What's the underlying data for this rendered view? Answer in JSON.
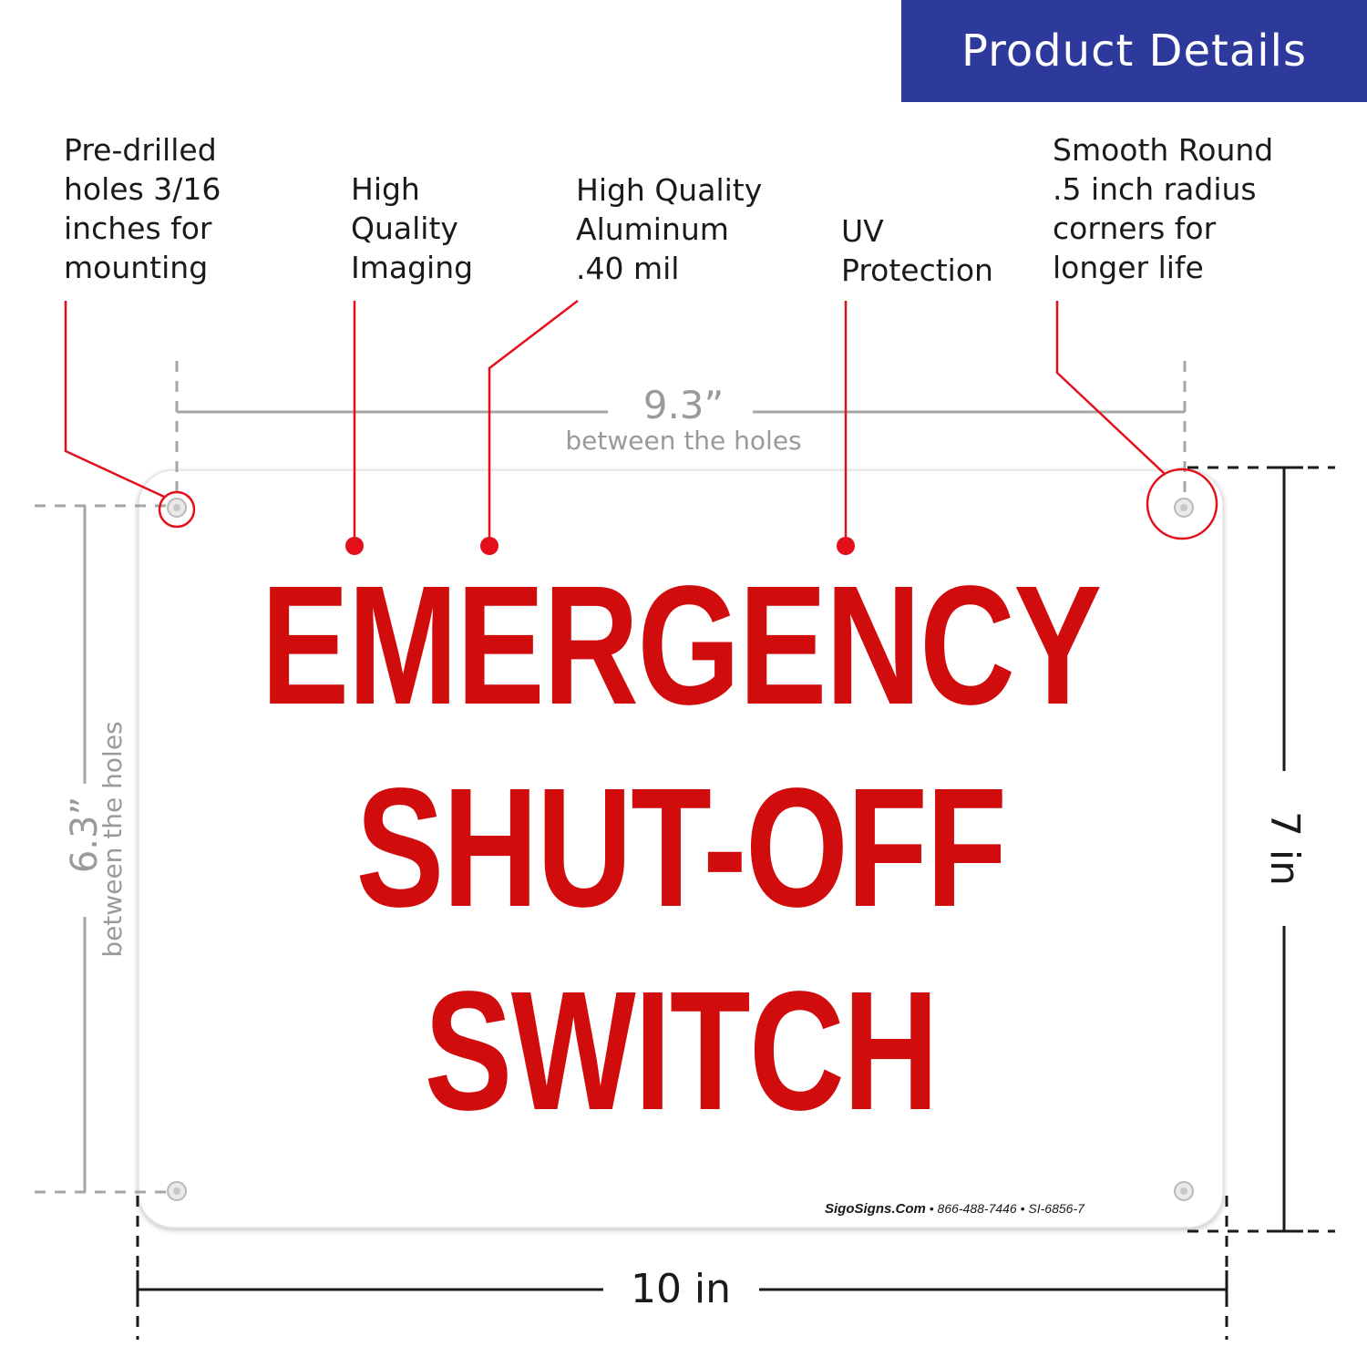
{
  "header": {
    "title": "Product Details"
  },
  "callouts": {
    "holes": [
      "Pre-drilled",
      "holes 3/16",
      "inches for",
      "mounting"
    ],
    "imaging": [
      "High",
      "Quality",
      "Imaging"
    ],
    "aluminum": [
      "High Quality",
      "Aluminum",
      ".40 mil"
    ],
    "uv": [
      "UV",
      "Protection"
    ],
    "corners": [
      "Smooth Round",
      ".5 inch radius",
      "corners for",
      "longer life"
    ]
  },
  "dimensions": {
    "hole_width_value": "9.3”",
    "hole_width_caption": "between the holes",
    "hole_height_value": "6.3”",
    "hole_height_caption": "between the holes",
    "sign_width": "10 in",
    "sign_height": "7 in"
  },
  "sign": {
    "line1": "EMERGENCY",
    "line2": "SHUT-OFF",
    "line3": "SWITCH",
    "footer_brand": "SigoSigns.Com",
    "footer_phone": "866-488-7446",
    "footer_sku": "SI-6856-7",
    "text_color": "#d10c0c"
  },
  "colors": {
    "header_bg": "#2d3a9c",
    "callout_red": "#e3101c",
    "dimension_gray": "#9a9a9a"
  }
}
